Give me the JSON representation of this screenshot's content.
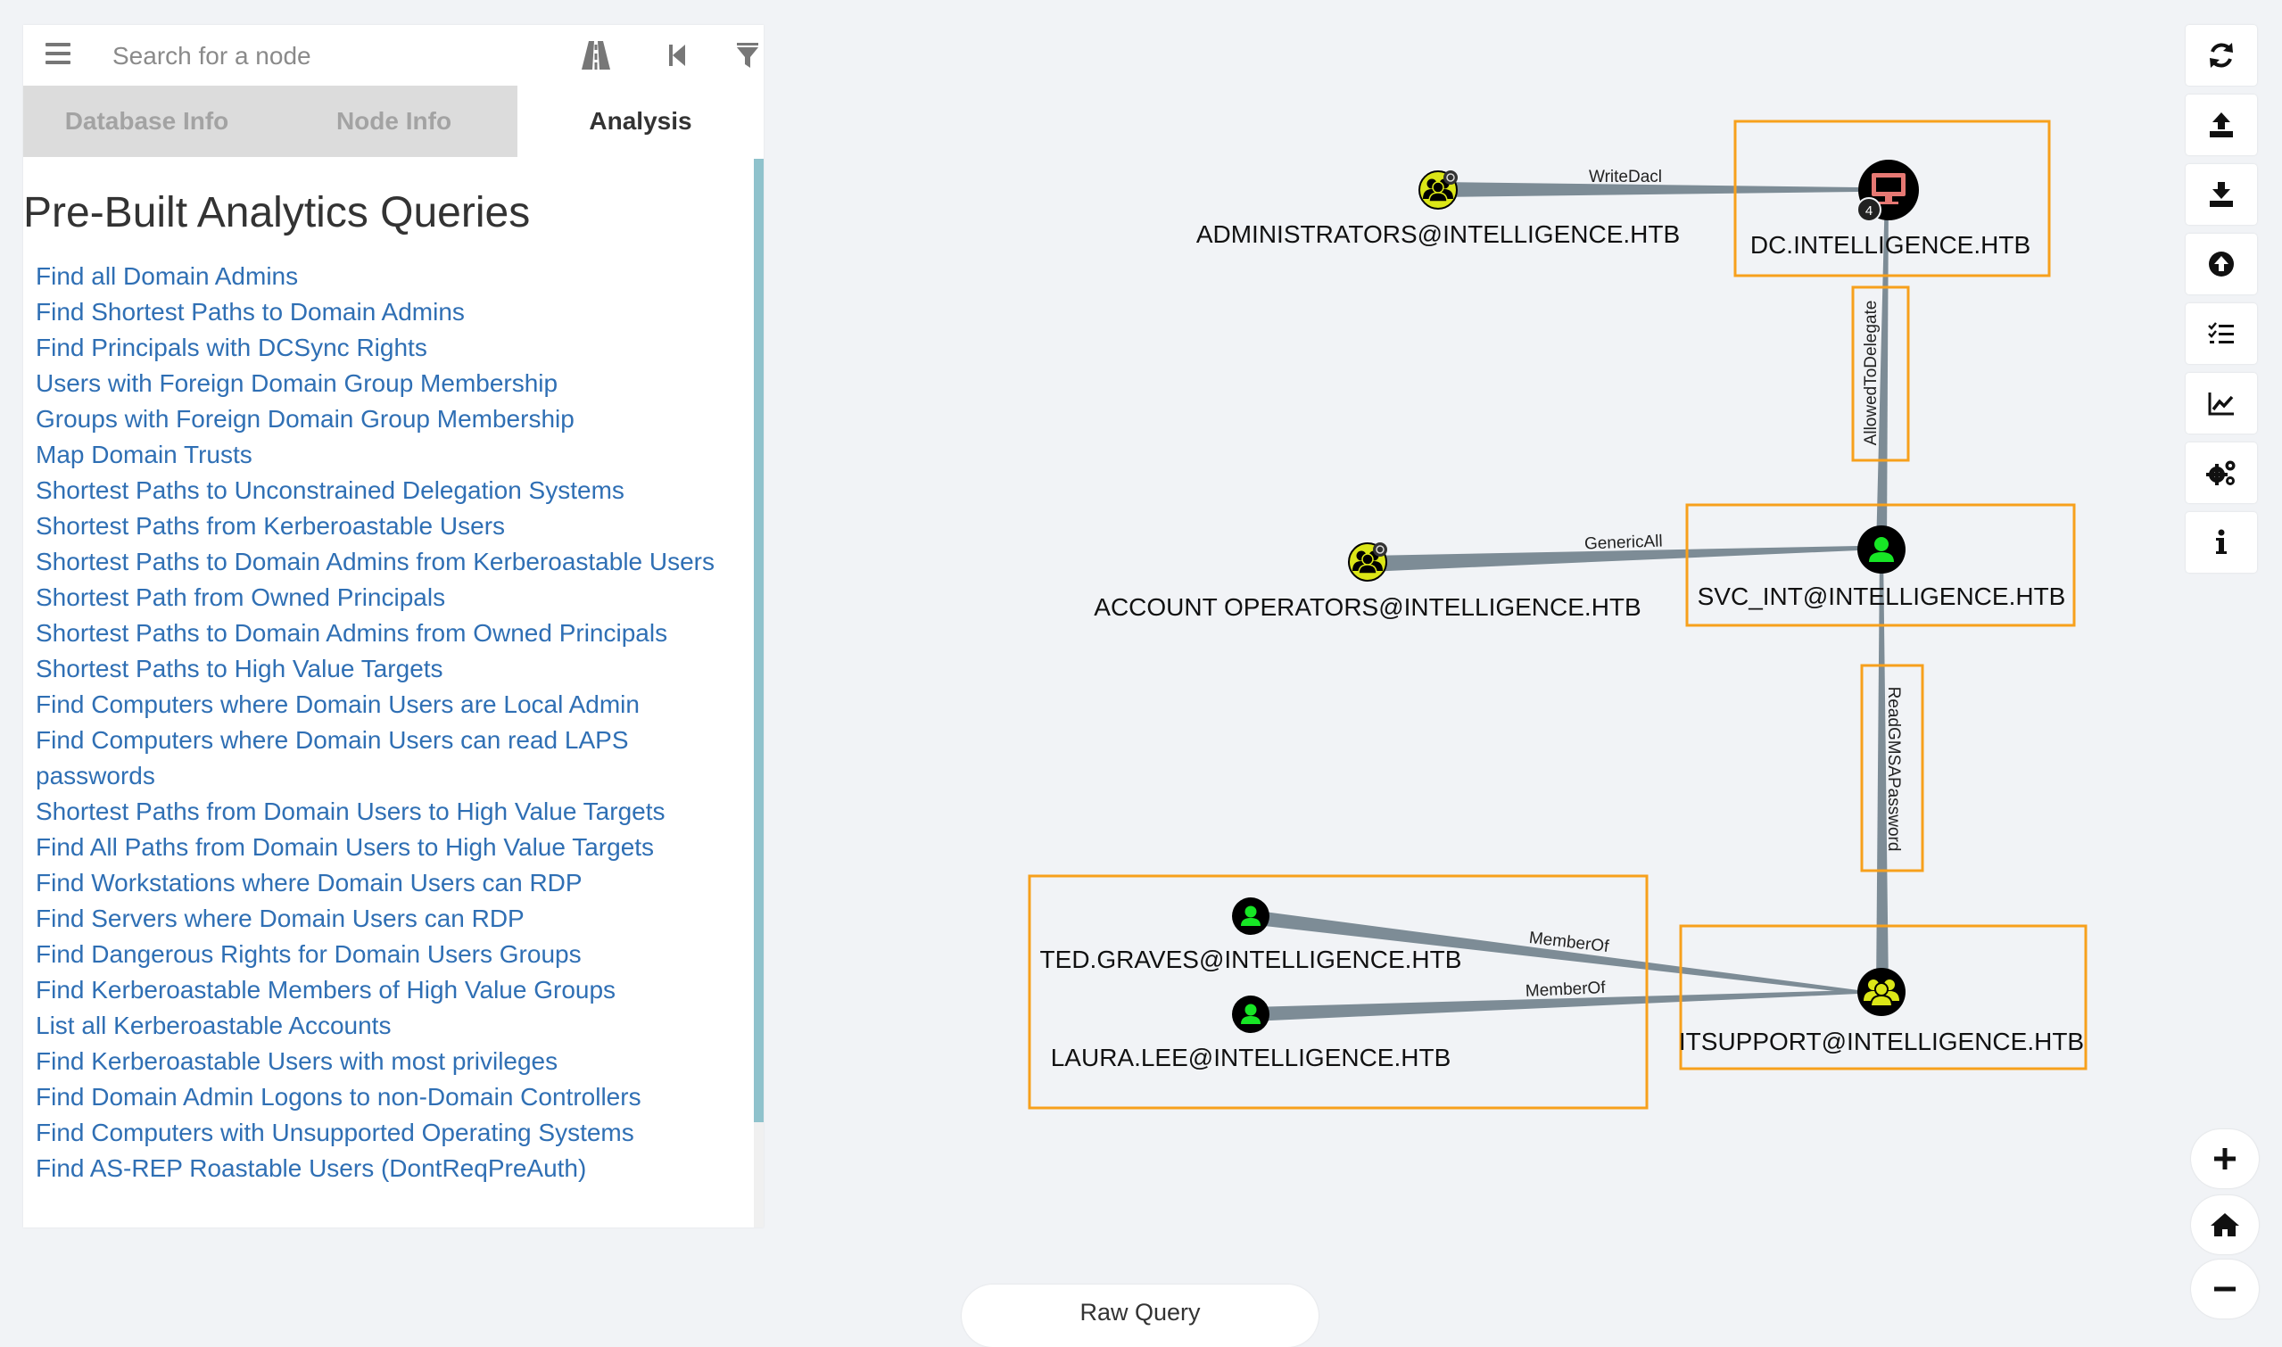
{
  "search": {
    "placeholder": "Search for a node"
  },
  "icons": {
    "menu": "hamburger-menu-icon",
    "pathfinding": "road-icon",
    "back": "step-backward-icon",
    "filter": "filter-icon"
  },
  "tabs": [
    {
      "label": "Database Info",
      "active": false
    },
    {
      "label": "Node Info",
      "active": false
    },
    {
      "label": "Analysis",
      "active": true
    }
  ],
  "panel": {
    "title": "Pre-Built Analytics Queries",
    "queries": [
      "Find all Domain Admins",
      "Find Shortest Paths to Domain Admins",
      "Find Principals with DCSync Rights",
      "Users with Foreign Domain Group Membership",
      "Groups with Foreign Domain Group Membership",
      "Map Domain Trusts",
      "Shortest Paths to Unconstrained Delegation Systems",
      "Shortest Paths from Kerberoastable Users",
      "Shortest Paths to Domain Admins from Kerberoastable Users",
      "Shortest Path from Owned Principals",
      "Shortest Paths to Domain Admins from Owned Principals",
      "Shortest Paths to High Value Targets",
      "Find Computers where Domain Users are Local Admin",
      "Find Computers where Domain Users can read LAPS",
      "passwords",
      "Shortest Paths from Domain Users to High Value Targets",
      "Find All Paths from Domain Users to High Value Targets",
      "Find Workstations where Domain Users can RDP",
      "Find Servers where Domain Users can RDP",
      "Find Dangerous Rights for Domain Users Groups",
      "Find Kerberoastable Members of High Value Groups",
      "List all Kerberoastable Accounts",
      "Find Kerberoastable Users with most privileges",
      "Find Domain Admin Logons to non-Domain Controllers",
      "Find Computers with Unsupported Operating Systems",
      "Find AS-REP Roastable Users (DontReqPreAuth)"
    ]
  },
  "graph": {
    "nodes": {
      "administrators": {
        "label": "ADMINISTRATORS@INTELLIGENCE.HTB",
        "type": "group",
        "icon": "group-icon"
      },
      "dc": {
        "label": "DC.INTELLIGENCE.HTB",
        "type": "computer",
        "icon": "computer-icon",
        "badge": "4"
      },
      "account_operators": {
        "label": "ACCOUNT OPERATORS@INTELLIGENCE.HTB",
        "type": "group",
        "icon": "group-icon"
      },
      "svc_int": {
        "label": "SVC_INT@INTELLIGENCE.HTB",
        "type": "user",
        "icon": "user-icon"
      },
      "ted_graves": {
        "label": "TED.GRAVES@INTELLIGENCE.HTB",
        "type": "user",
        "icon": "user-icon"
      },
      "laura_lee": {
        "label": "LAURA.LEE@INTELLIGENCE.HTB",
        "type": "user",
        "icon": "user-icon"
      },
      "itsupport": {
        "label": "ITSUPPORT@INTELLIGENCE.HTB",
        "type": "group",
        "icon": "group-icon"
      }
    },
    "edges": {
      "writedacl": "WriteDacl",
      "allowedtodelegate": "AllowedToDelegate",
      "genericall": "GenericAll",
      "readgmsapassword": "ReadGMSAPassword",
      "memberof_ted": "MemberOf",
      "memberof_laura": "MemberOf"
    },
    "colors": {
      "edge": "#7d8c96",
      "highlight_box": "#f7a01c",
      "user_fill": "#17e625",
      "group_fill": "#dbe617",
      "computer_fill": "#e67873",
      "node_ring": "#000000"
    }
  },
  "toolbar": {
    "buttons": [
      "refresh-icon",
      "upload-icon",
      "download-icon",
      "import-icon",
      "query-list-icon",
      "chart-icon",
      "settings-icon",
      "info-icon"
    ]
  },
  "zoom": {
    "buttons": [
      "zoom-in-icon",
      "home-icon",
      "zoom-out-icon"
    ]
  },
  "raw_query": {
    "label": "Raw Query"
  }
}
